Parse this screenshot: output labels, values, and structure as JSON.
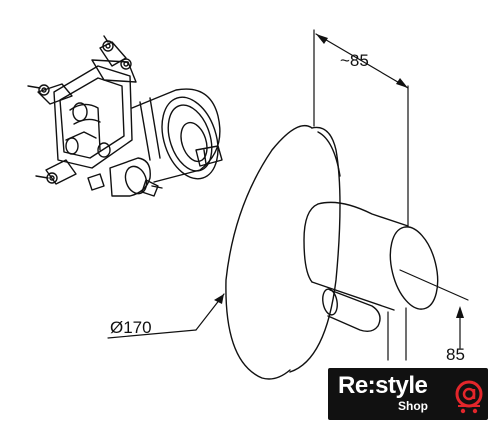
{
  "dimensions": {
    "depth_label": "~85",
    "diameter_label": "Ø170",
    "height_label": "85"
  },
  "logo": {
    "main_text": "Re:style",
    "sub_text": "Shop",
    "accent_color": "#e3262b"
  },
  "colors": {
    "line": "#111111",
    "background": "#ffffff"
  }
}
